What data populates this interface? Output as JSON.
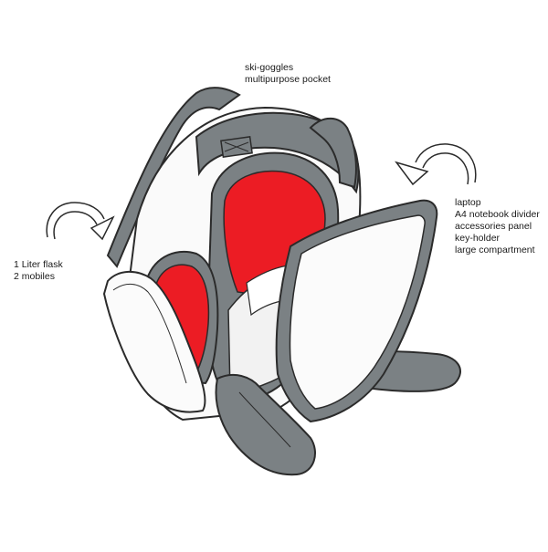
{
  "labels": {
    "top": [
      "ski-goggles",
      "multipurpose pocket"
    ],
    "left": [
      "1 Liter flask",
      "2 mobiles"
    ],
    "right": [
      "laptop",
      "A4 notebook divider",
      "accessories panel",
      "key-holder",
      "large compartment"
    ]
  },
  "colors": {
    "strap_grey": "#7b8184",
    "interior_red": "#ec1c24",
    "body_white": "#fafafa",
    "outline": "#2b2b2b"
  },
  "icons": [
    "curved-arrow-icon-left",
    "curved-arrow-icon-right"
  ]
}
